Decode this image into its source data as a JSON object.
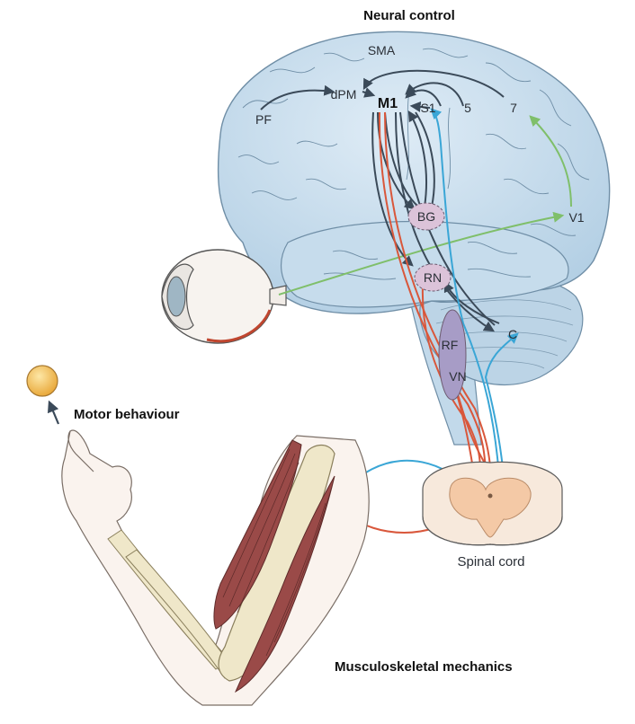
{
  "titles": {
    "neural_control": "Neural control",
    "motor_behaviour": "Motor behaviour",
    "musculoskeletal": "Musculoskeletal mechanics",
    "spinal_cord": "Spinal cord"
  },
  "brain_labels": {
    "sma": "SMA",
    "dpm": "dPM",
    "m1": "M1",
    "s1": "S1",
    "area5": "5",
    "area7": "7",
    "pf": "PF",
    "v1": "V1",
    "bg": "BG",
    "rn": "RN",
    "rf": "RF",
    "vn": "VN",
    "c": "C"
  },
  "colors": {
    "brain_fill": "#c9dfee",
    "brain_stroke": "#6f8ea6",
    "cerebellum_fill": "#bcd4e6",
    "descending_motor": "#d9573b",
    "sensory_feedback": "#3aa6d6",
    "visual_path": "#7fbf6a",
    "internal_connection": "#3b4a59",
    "nucleus_fill": "#dcc3d9",
    "rf_vn_fill": "#a79cc6",
    "spinal_grey": "#f4c9a6",
    "muscle": "#9a4a48",
    "bone": "#efe7c9",
    "skin": "#faf3ee",
    "target": "#f3c665"
  },
  "icons": {
    "target": "target-circle-icon",
    "eye": "eye-icon"
  }
}
